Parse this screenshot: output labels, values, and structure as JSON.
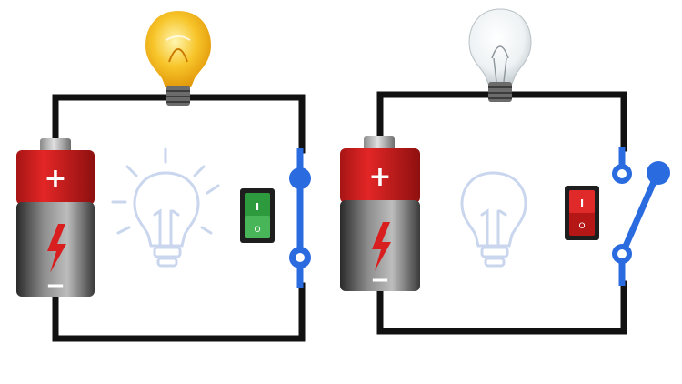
{
  "circuits": [
    {
      "state": "closed",
      "lamp": "lit",
      "lamp_icon": "glowing-light-bulb-icon",
      "battery_positive": "+",
      "battery_negative": "−",
      "switch_color": "#2e9a3e",
      "switch_on_mark": "I",
      "switch_off_mark": "O"
    },
    {
      "state": "open",
      "lamp": "unlit",
      "lamp_icon": "unlit-light-bulb-icon",
      "battery_positive": "+",
      "battery_negative": "−",
      "switch_color": "#d51f1f",
      "switch_on_mark": "I",
      "switch_off_mark": "O"
    }
  ],
  "colors": {
    "wire": "#111111",
    "switch_wire": "#2b6be0",
    "battery_red": "#d81e1e",
    "battery_body": "#3a3a3a",
    "bulb_lit": "#f6c21a",
    "bulb_unlit": "#e9eef1",
    "ghost_icon": "#c9d6ee"
  }
}
